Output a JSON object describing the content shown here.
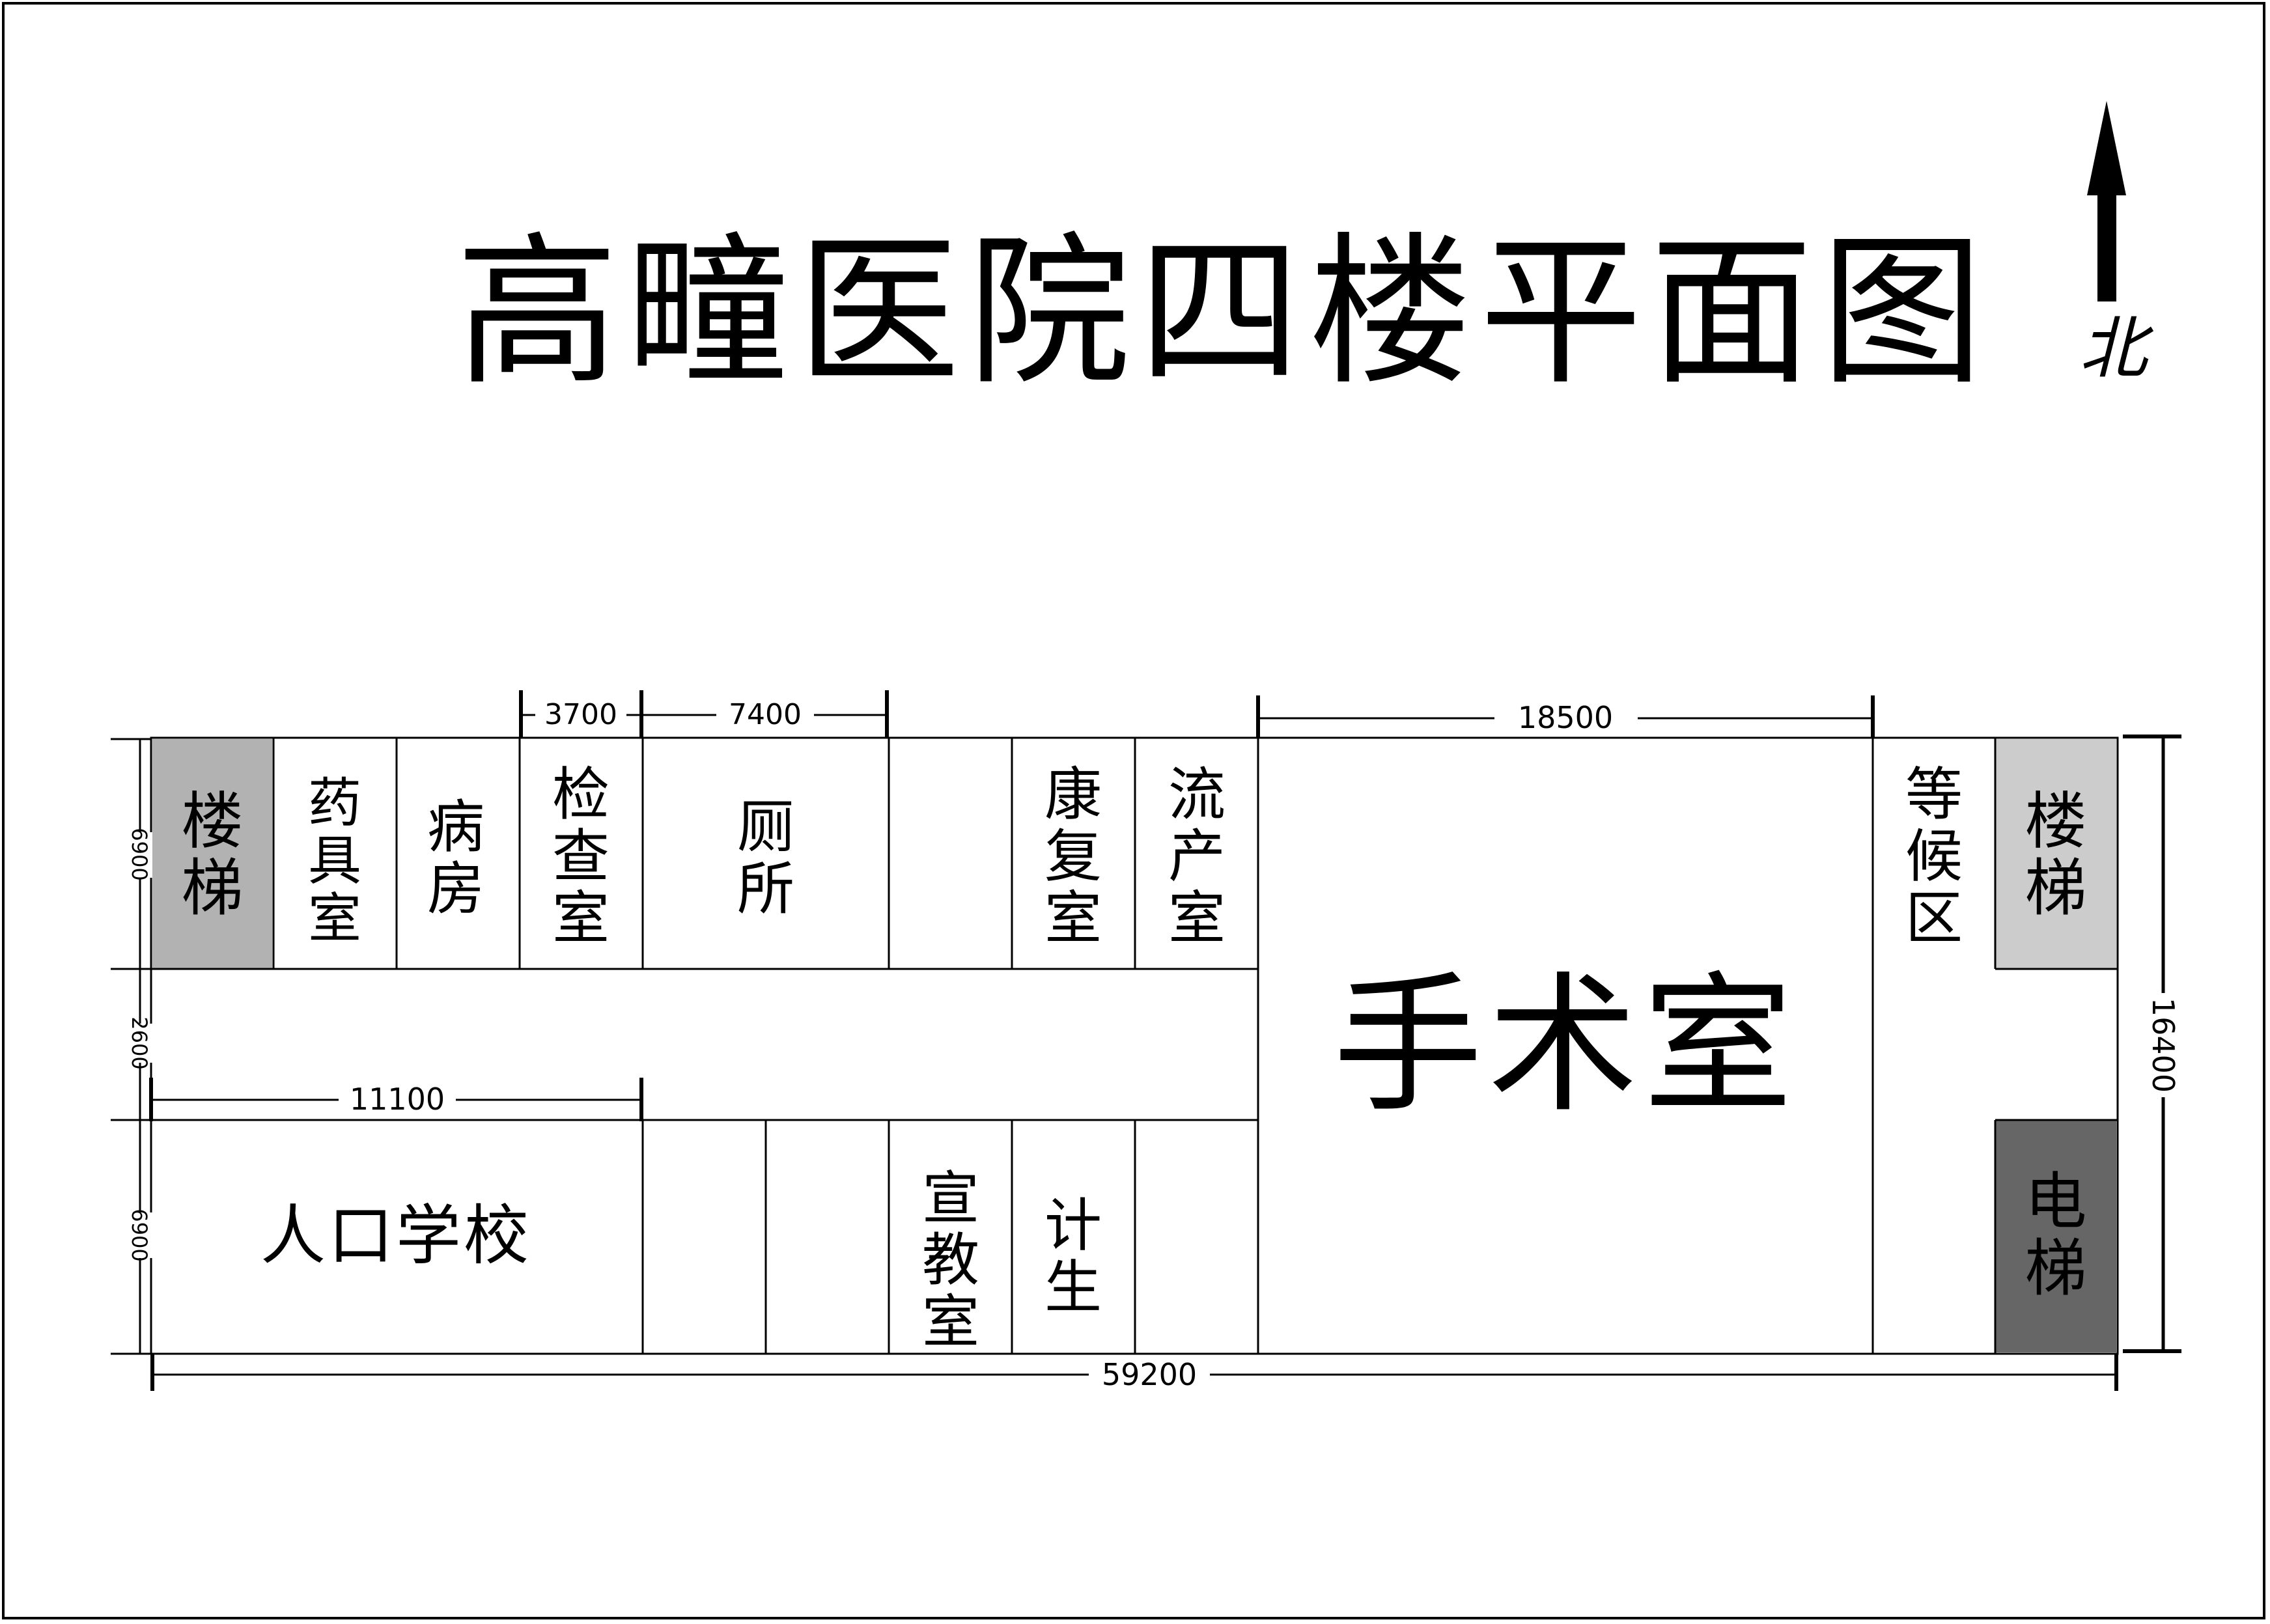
{
  "title": "高疃医院四楼平面图",
  "north_label": "北",
  "colors": {
    "stair": "#b2b2b2",
    "stair_light": "#cccccc",
    "elevator": "#666666",
    "line": "#000000",
    "background": "#ffffff"
  },
  "rooms": {
    "stair_west": "楼梯",
    "pharmacy": "药具室",
    "ward": "病房",
    "exam": "检查室",
    "toilet": "厕所",
    "rehab": "康复室",
    "abortion": "流产室",
    "operating": "手术室",
    "waiting": "等候区",
    "stair_east": "楼梯",
    "elevator": "电梯",
    "population_school": "人口学校",
    "education": "宣教室",
    "family_planning": "计生"
  },
  "dimensions": {
    "exam_width": "3700",
    "toilet_width": "7400",
    "operating_width": "18500",
    "school_width": "11100",
    "total_width": "59200",
    "total_depth": "16400",
    "north_depth": "6900",
    "corridor_depth": "2600",
    "south_depth": "6900"
  }
}
